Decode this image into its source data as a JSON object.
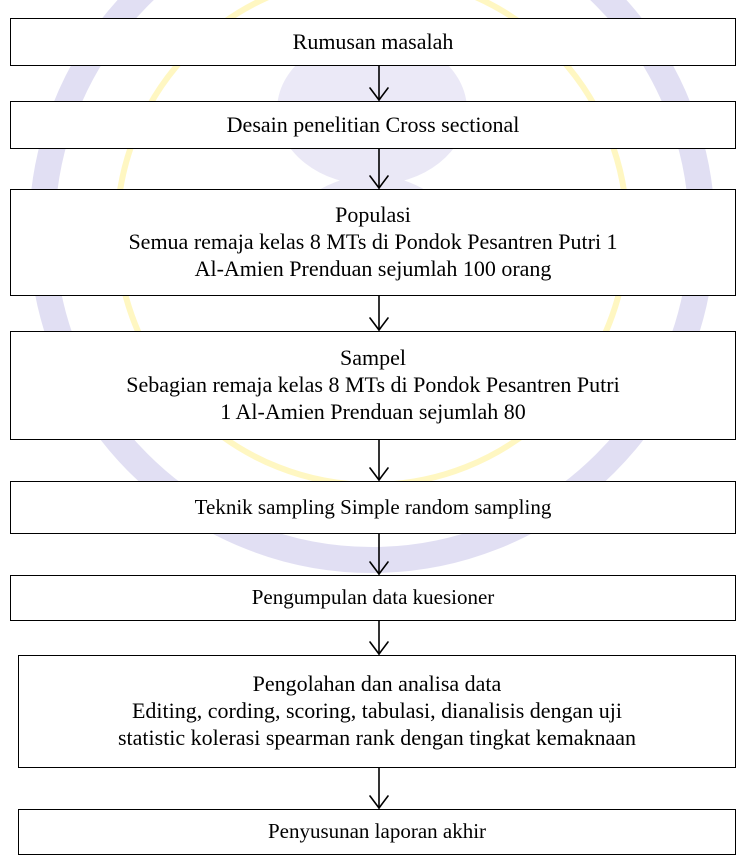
{
  "colors": {
    "watermark_fill": "#dcd9f0",
    "watermark_stroke": "#c9c4ea",
    "watermark_accent": "#fff4a8",
    "box_border": "#000000",
    "text": "#000000"
  },
  "flow": {
    "steps": [
      {
        "lines": [
          "Rumusan masalah"
        ]
      },
      {
        "lines": [
          "Desain penelitian Cross sectional"
        ]
      },
      {
        "lines": [
          "Populasi",
          "Semua remaja kelas 8 MTs di Pondok Pesantren Putri 1",
          "Al-Amien Prenduan sejumlah 100 orang"
        ]
      },
      {
        "lines": [
          "Sampel",
          "Sebagian remaja kelas 8 MTs di Pondok Pesantren Putri",
          "1 Al-Amien Prenduan sejumlah 80"
        ]
      },
      {
        "lines": [
          "Teknik sampling Simple random sampling"
        ]
      },
      {
        "lines": [
          "Pengumpulan data kuesioner"
        ]
      },
      {
        "lines": [
          "Pengolahan dan analisa data",
          "Editing, cording, scoring, tabulasi, dianalisis dengan uji",
          "statistic kolerasi spearman rank dengan tingkat kemaknaan"
        ]
      },
      {
        "lines": [
          "Penyusunan laporan akhir"
        ]
      }
    ]
  }
}
